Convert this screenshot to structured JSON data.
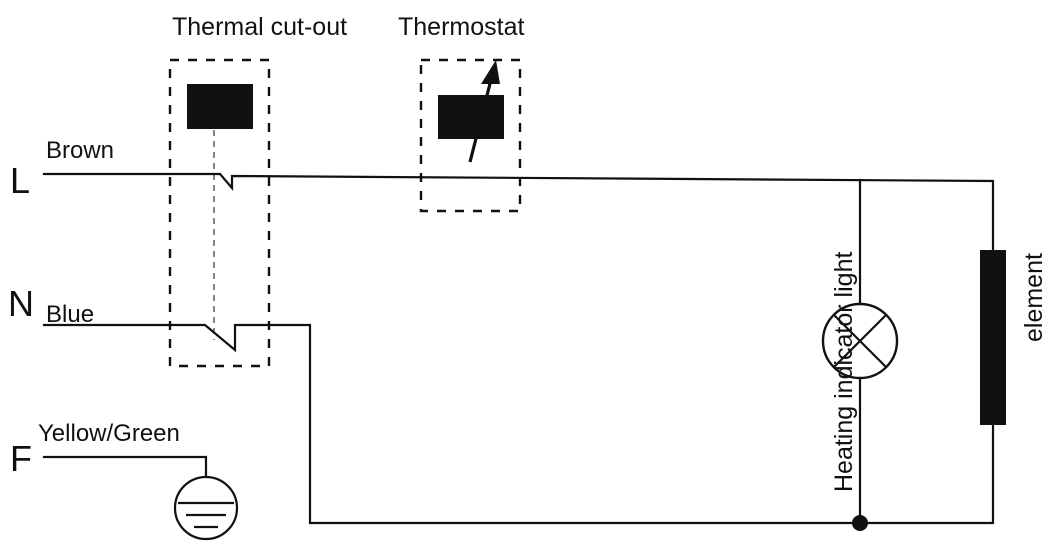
{
  "labels": {
    "thermal_cutout": "Thermal cut-out",
    "thermostat": "Thermostat",
    "brown": "Brown",
    "blue": "Blue",
    "yellow_green": "Yellow/Green",
    "terminal_l": "L",
    "terminal_n": "N",
    "terminal_f": "F",
    "heating_indicator": "Heating indicator light",
    "element": "element"
  },
  "icons": {
    "ground": "ground-symbol-icon",
    "lamp": "lamp-cross-icon",
    "thermostat_arrow": "adjustable-arrow-icon"
  },
  "colors": {
    "ink": "#111111",
    "background": "#ffffff"
  }
}
